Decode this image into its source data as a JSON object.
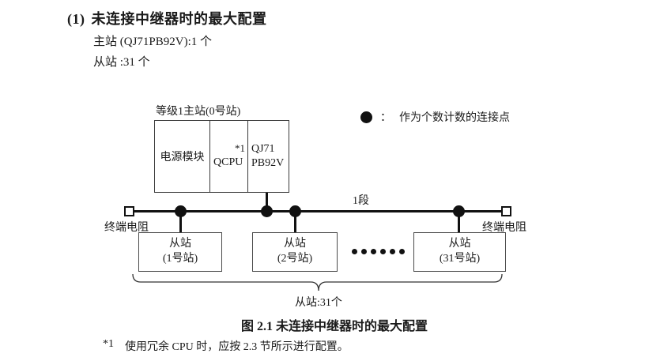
{
  "header": {
    "number": "(1)",
    "title": "未连接中继器时的最大配置",
    "spec_master": "主站 (QJ71PB92V):1 个",
    "spec_slave": "从站 :31 个"
  },
  "diagram": {
    "master_label": "等级1主站(0号站)",
    "master_modules": {
      "power": "电源模块",
      "cpu": "QCPU",
      "cpu_note": "*1",
      "pb_line1": "QJ71",
      "pb_line2": "PB92V"
    },
    "legend": {
      "dot_icon": "filled-circle",
      "separator": "：",
      "text": "作为个数计数的连接点"
    },
    "segment_label": "1段",
    "terminator_left": "终端电阻",
    "terminator_right": "终端电阻",
    "slaves": [
      {
        "line1": "从站",
        "line2": "(1号站)"
      },
      {
        "line1": "从站",
        "line2": "(2号站)"
      },
      {
        "line1": "从站",
        "line2": "(31号站)"
      }
    ],
    "ellipsis": "••••••",
    "brace_label": "从站:31个"
  },
  "caption": "图 2.1 未连接中继器时的最大配置",
  "footnote": {
    "marker": "*1",
    "text": "使用冗余 CPU 时，应按 2.3 节所示进行配置。"
  },
  "colors": {
    "line": "#111111",
    "text": "#1a1a1a",
    "background": "#ffffff"
  }
}
